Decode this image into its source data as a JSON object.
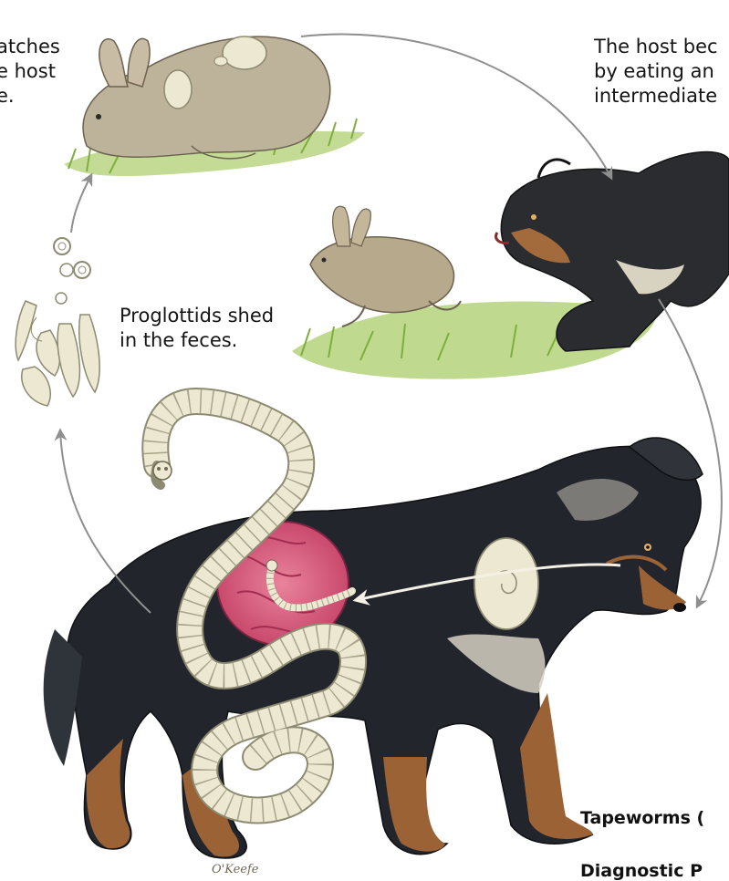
{
  "labels": {
    "top_left": [
      "atches",
      "e host",
      "e."
    ],
    "top_right": [
      "The host bec",
      "by eating an",
      "intermediate"
    ],
    "proglottids": [
      "Proglottids shed",
      "in the feces."
    ]
  },
  "headings": {
    "heading_1": "Tapeworms (",
    "heading_2": "Diagnostic P"
  },
  "signature": "O'Keefe",
  "colors": {
    "arrow": "#8f8f8f",
    "worm": "#ece8d2",
    "worm_outline": "#8d8a72",
    "gut": "#d8577a",
    "dog_dark": "#22252b",
    "dog_tan": "#9a6235",
    "rabbit": "#b9ae95",
    "grass": "#9cc35a"
  }
}
